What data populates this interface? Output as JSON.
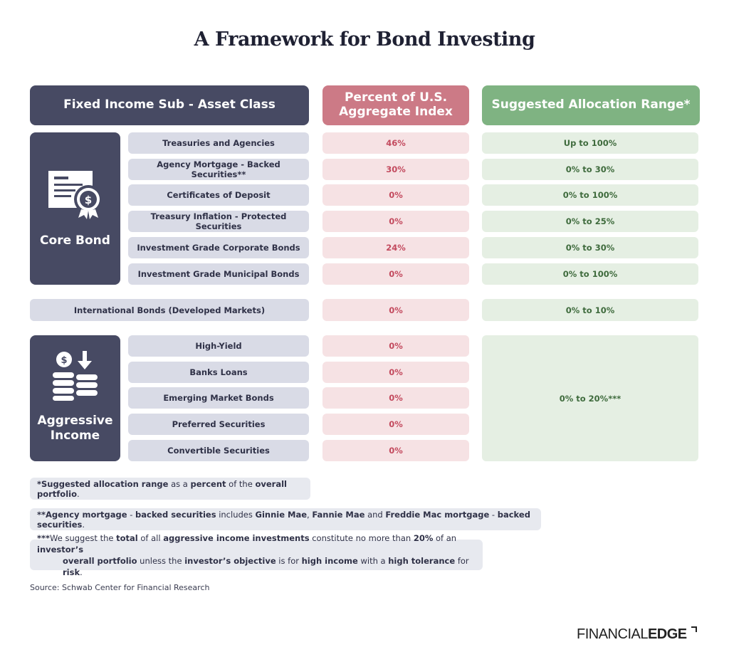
{
  "title": "A Framework for Bond Investing",
  "headers": {
    "col1": "Fixed Income Sub - Asset Class",
    "col2": "Percent of U.S. Aggregate Index",
    "col3": "Suggested Allocation Range*"
  },
  "groups": {
    "core": {
      "label": "Core Bond",
      "icon": "certificate-dollar-icon"
    },
    "aggressive": {
      "label": "Aggressive Income",
      "icon": "coins-dollar-down-icon"
    }
  },
  "rows": [
    {
      "name": "Treasuries and Agencies",
      "percent": "46%",
      "range": "Up to 100%"
    },
    {
      "name": "Agency Mortgage - Backed Securities**",
      "percent": "30%",
      "range": "0% to 30%"
    },
    {
      "name": "Certificates of Deposit",
      "percent": "0%",
      "range": "0% to 100%"
    },
    {
      "name": "Treasury Inflation - Protected Securities",
      "percent": "0%",
      "range": "0% to 25%"
    },
    {
      "name": "Investment Grade Corporate Bonds",
      "percent": "24%",
      "range": "0% to 30%"
    },
    {
      "name": "Investment Grade Municipal Bonds",
      "percent": "0%",
      "range": "0% to 100%"
    },
    {
      "name": "International Bonds (Developed Markets)",
      "percent": "0%",
      "range": "0% to 10%"
    },
    {
      "name": "High-Yield",
      "percent": "0%"
    },
    {
      "name": "Banks Loans",
      "percent": "0%"
    },
    {
      "name": "Emerging Market Bonds",
      "percent": "0%"
    },
    {
      "name": "Preferred Securities",
      "percent": "0%"
    },
    {
      "name": "Convertible Securities",
      "percent": "0%"
    }
  ],
  "aggressive_range": "0% to 20%***",
  "notes": {
    "n1": [
      {
        "t": "*Suggested allocation range",
        "b": true
      },
      {
        "t": " as a ",
        "b": false
      },
      {
        "t": "percent",
        "b": true
      },
      {
        "t": " of the ",
        "b": false
      },
      {
        "t": "overall portfolio",
        "b": true
      },
      {
        "t": ".",
        "b": false
      }
    ],
    "n2": [
      {
        "t": "**Agency mortgage",
        "b": true
      },
      {
        "t": " - ",
        "b": false
      },
      {
        "t": "backed securities",
        "b": true
      },
      {
        "t": " includes ",
        "b": false
      },
      {
        "t": "Ginnie Mae",
        "b": true
      },
      {
        "t": ", ",
        "b": false
      },
      {
        "t": "Fannie Mae",
        "b": true
      },
      {
        "t": " and ",
        "b": false
      },
      {
        "t": "Freddie Mac mortgage",
        "b": true
      },
      {
        "t": " - ",
        "b": false
      },
      {
        "t": "backed securities",
        "b": true
      },
      {
        "t": ".",
        "b": false
      }
    ],
    "n3_line1": [
      {
        "t": "***",
        "b": true
      },
      {
        "t": "We suggest the ",
        "b": false
      },
      {
        "t": "total",
        "b": true
      },
      {
        "t": " of all ",
        "b": false
      },
      {
        "t": "aggressive income investments",
        "b": true
      },
      {
        "t": " constitute no more than ",
        "b": false
      },
      {
        "t": "20%",
        "b": true
      },
      {
        "t": " of an ",
        "b": false
      },
      {
        "t": "investor’s",
        "b": true
      }
    ],
    "n3_line2": [
      {
        "t": "overall portfolio",
        "b": true
      },
      {
        "t": " unless the ",
        "b": false
      },
      {
        "t": "investor’s objective",
        "b": true
      },
      {
        "t": " is for ",
        "b": false
      },
      {
        "t": "high income",
        "b": true
      },
      {
        "t": " with a ",
        "b": false
      },
      {
        "t": "high tolerance",
        "b": true
      },
      {
        "t": " for ",
        "b": false
      },
      {
        "t": "risk",
        "b": true
      },
      {
        "t": ".",
        "b": false
      }
    ]
  },
  "source": "Source: Schwab Center for Financial Research",
  "logo": {
    "part1": "FINANCIAL",
    "part2": "EDGE"
  },
  "colors": {
    "navy": "#474a63",
    "pink": "#cc7a86",
    "green": "#7fb382"
  }
}
